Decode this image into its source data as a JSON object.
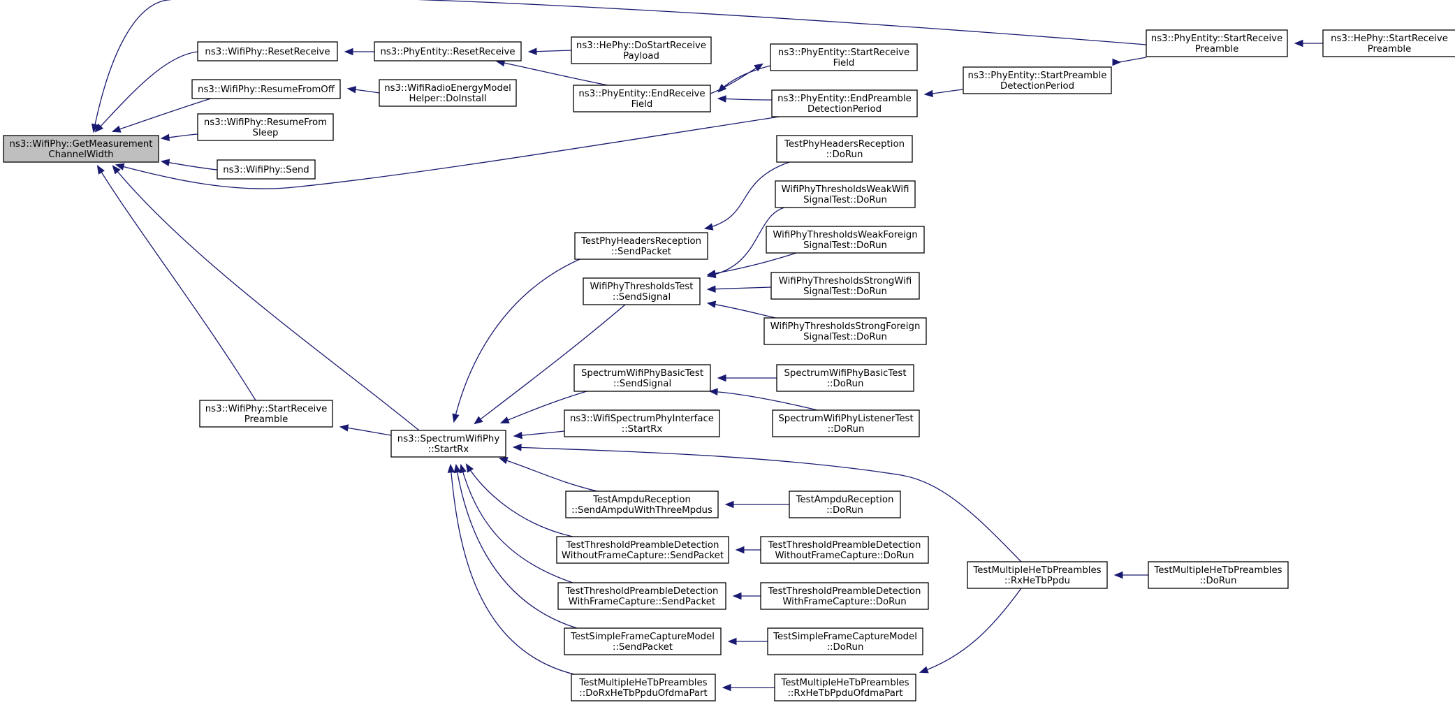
{
  "graph": {
    "type": "caller-graph",
    "colors": {
      "edge": "#191970",
      "root_fill": "#bfbfbf",
      "node_fill": "#ffffff",
      "border": "#000000"
    },
    "nodes": [
      {
        "id": "root",
        "lines": [
          "ns3::WifiPhy::GetMeasurement",
          "ChannelWidth"
        ],
        "root": true
      },
      {
        "id": "wp_reset",
        "lines": [
          "ns3::WifiPhy::ResetReceive"
        ]
      },
      {
        "id": "wp_resumeoff",
        "lines": [
          "ns3::WifiPhy::ResumeFromOff"
        ]
      },
      {
        "id": "wp_resumesleep",
        "lines": [
          "ns3::WifiPhy::ResumeFrom",
          "Sleep"
        ]
      },
      {
        "id": "wp_send",
        "lines": [
          "ns3::WifiPhy::Send"
        ]
      },
      {
        "id": "wp_startrecv",
        "lines": [
          "ns3::WifiPhy::StartReceive",
          "Preamble"
        ]
      },
      {
        "id": "pe_reset",
        "lines": [
          "ns3::PhyEntity::ResetReceive"
        ]
      },
      {
        "id": "energy",
        "lines": [
          "ns3::WifiRadioEnergyModel",
          "Helper::DoInstall"
        ]
      },
      {
        "id": "he_dostart",
        "lines": [
          "ns3::HePhy::DoStartReceive",
          "Payload"
        ]
      },
      {
        "id": "pe_endfield",
        "lines": [
          "ns3::PhyEntity::EndReceive",
          "Field"
        ]
      },
      {
        "id": "pe_startfield",
        "lines": [
          "ns3::PhyEntity::StartReceive",
          "Field"
        ]
      },
      {
        "id": "pe_endpre",
        "lines": [
          "ns3::PhyEntity::EndPreamble",
          "DetectionPeriod"
        ]
      },
      {
        "id": "pe_startpre",
        "lines": [
          "ns3::PhyEntity::StartPreamble",
          "DetectionPeriod"
        ]
      },
      {
        "id": "pe_startrecvpre",
        "lines": [
          "ns3::PhyEntity::StartReceive",
          "Preamble"
        ]
      },
      {
        "id": "he_startrecvpre",
        "lines": [
          "ns3::HePhy::StartReceive",
          "Preamble"
        ]
      },
      {
        "id": "spectrum_startrx",
        "lines": [
          "ns3::SpectrumWifiPhy",
          "::StartRx"
        ]
      },
      {
        "id": "tphr_send",
        "lines": [
          "TestPhyHeadersReception",
          "::SendPacket"
        ]
      },
      {
        "id": "tphr_dorun",
        "lines": [
          "TestPhyHeadersReception",
          "::DoRun"
        ]
      },
      {
        "id": "wtt_send",
        "lines": [
          "WifiPhyThresholdsTest",
          "::SendSignal"
        ]
      },
      {
        "id": "wt_weakwifi",
        "lines": [
          "WifiPhyThresholdsWeakWifi",
          "SignalTest::DoRun"
        ]
      },
      {
        "id": "wt_weakforeign",
        "lines": [
          "WifiPhyThresholdsWeakForeign",
          "SignalTest::DoRun"
        ]
      },
      {
        "id": "wt_strongwifi",
        "lines": [
          "WifiPhyThresholdsStrongWifi",
          "SignalTest::DoRun"
        ]
      },
      {
        "id": "wt_strongforeign",
        "lines": [
          "WifiPhyThresholdsStrongForeign",
          "SignalTest::DoRun"
        ]
      },
      {
        "id": "swpb_send",
        "lines": [
          "SpectrumWifiPhyBasicTest",
          "::SendSignal"
        ]
      },
      {
        "id": "swpb_dorun",
        "lines": [
          "SpectrumWifiPhyBasicTest",
          "::DoRun"
        ]
      },
      {
        "id": "swpl_dorun",
        "lines": [
          "SpectrumWifiPhyListenerTest",
          "::DoRun"
        ]
      },
      {
        "id": "wsp_startrx",
        "lines": [
          "ns3::WifiSpectrumPhyInterface",
          "::StartRx"
        ]
      },
      {
        "id": "tar_send",
        "lines": [
          "TestAmpduReception",
          "::SendAmpduWithThreeMpdus"
        ]
      },
      {
        "id": "tar_dorun",
        "lines": [
          "TestAmpduReception",
          "::DoRun"
        ]
      },
      {
        "id": "ttpd_wo_send",
        "lines": [
          "TestThresholdPreambleDetection",
          "WithoutFrameCapture::SendPacket"
        ]
      },
      {
        "id": "ttpd_wo_dorun",
        "lines": [
          "TestThresholdPreambleDetection",
          "WithoutFrameCapture::DoRun"
        ]
      },
      {
        "id": "ttpd_w_send",
        "lines": [
          "TestThresholdPreambleDetection",
          "WithFrameCapture::SendPacket"
        ]
      },
      {
        "id": "ttpd_w_dorun",
        "lines": [
          "TestThresholdPreambleDetection",
          "WithFrameCapture::DoRun"
        ]
      },
      {
        "id": "tsfc_send",
        "lines": [
          "TestSimpleFrameCaptureModel",
          "::SendPacket"
        ]
      },
      {
        "id": "tsfc_dorun",
        "lines": [
          "TestSimpleFrameCaptureModel",
          "::DoRun"
        ]
      },
      {
        "id": "tmh_dorx",
        "lines": [
          "TestMultipleHeTbPreambles",
          "::DoRxHeTbPpduOfdmaPart"
        ]
      },
      {
        "id": "tmh_rxofdma",
        "lines": [
          "TestMultipleHeTbPreambles",
          "::RxHeTbPpduOfdmaPart"
        ]
      },
      {
        "id": "tmh_rx",
        "lines": [
          "TestMultipleHeTbPreambles",
          "::RxHeTbPpdu"
        ]
      },
      {
        "id": "tmh_dorun",
        "lines": [
          "TestMultipleHeTbPreambles",
          "::DoRun"
        ]
      }
    ],
    "edges": [
      [
        "root",
        "wp_reset"
      ],
      [
        "root",
        "wp_resumeoff"
      ],
      [
        "root",
        "wp_resumesleep"
      ],
      [
        "root",
        "wp_send"
      ],
      [
        "root",
        "wp_startrecv"
      ],
      [
        "root",
        "spectrum_startrx"
      ],
      [
        "root",
        "pe_startrecvpre"
      ],
      [
        "root",
        "pe_endpre"
      ],
      [
        "wp_reset",
        "pe_reset"
      ],
      [
        "wp_resumeoff",
        "energy"
      ],
      [
        "pe_reset",
        "he_dostart"
      ],
      [
        "pe_reset",
        "pe_endfield"
      ],
      [
        "pe_endfield",
        "pe_startfield"
      ],
      [
        "pe_endfield",
        "pe_endpre"
      ],
      [
        "pe_startfield",
        "pe_endfield"
      ],
      [
        "pe_endpre",
        "pe_startpre"
      ],
      [
        "pe_startpre",
        "pe_startrecvpre"
      ],
      [
        "pe_startrecvpre",
        "he_startrecvpre"
      ],
      [
        "wp_startrecv",
        "spectrum_startrx"
      ],
      [
        "spectrum_startrx",
        "tphr_send"
      ],
      [
        "spectrum_startrx",
        "wtt_send"
      ],
      [
        "spectrum_startrx",
        "swpb_send"
      ],
      [
        "spectrum_startrx",
        "wsp_startrx"
      ],
      [
        "spectrum_startrx",
        "tar_send"
      ],
      [
        "spectrum_startrx",
        "ttpd_wo_send"
      ],
      [
        "spectrum_startrx",
        "ttpd_w_send"
      ],
      [
        "spectrum_startrx",
        "tsfc_send"
      ],
      [
        "spectrum_startrx",
        "tmh_dorx"
      ],
      [
        "spectrum_startrx",
        "tmh_rx"
      ],
      [
        "tphr_send",
        "tphr_dorun"
      ],
      [
        "wtt_send",
        "wt_weakwifi"
      ],
      [
        "wtt_send",
        "wt_weakforeign"
      ],
      [
        "wtt_send",
        "wt_strongwifi"
      ],
      [
        "wtt_send",
        "wt_strongforeign"
      ],
      [
        "swpb_send",
        "swpb_dorun"
      ],
      [
        "swpb_send",
        "swpl_dorun"
      ],
      [
        "tar_send",
        "tar_dorun"
      ],
      [
        "ttpd_wo_send",
        "ttpd_wo_dorun"
      ],
      [
        "ttpd_w_send",
        "ttpd_w_dorun"
      ],
      [
        "tsfc_send",
        "tsfc_dorun"
      ],
      [
        "tmh_dorx",
        "tmh_rxofdma"
      ],
      [
        "tmh_rxofdma",
        "tmh_rx"
      ],
      [
        "tmh_rx",
        "tmh_dorun"
      ]
    ]
  }
}
